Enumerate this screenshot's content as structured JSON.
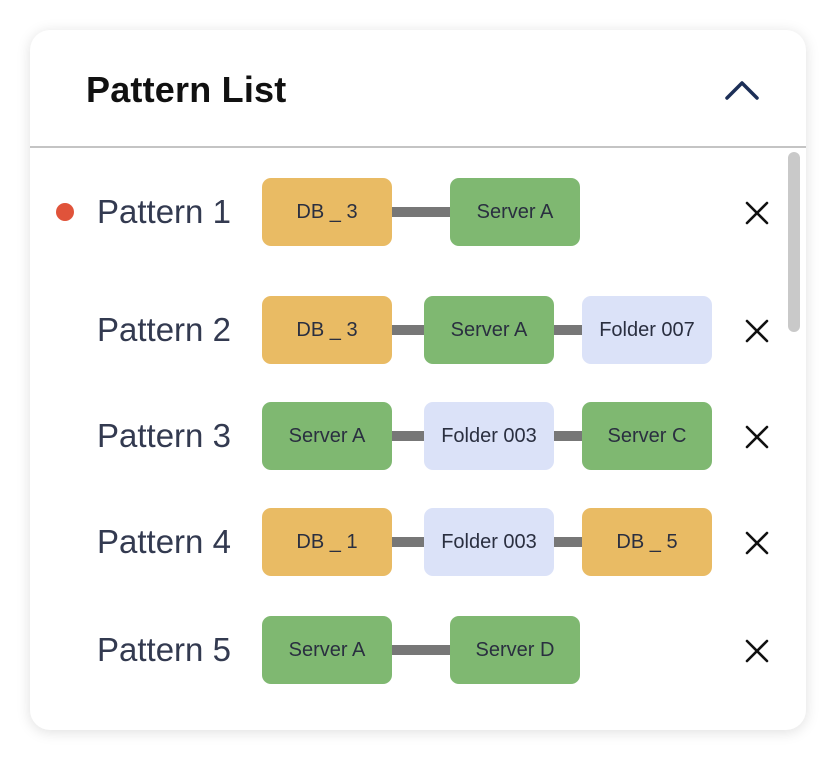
{
  "panel": {
    "title": "Pattern List",
    "collapse_icon": "chevron-up-icon",
    "remove_icon": "close-icon"
  },
  "patterns": [
    {
      "label": "Pattern 1",
      "active": true,
      "nodes": [
        {
          "text": "DB _ 3",
          "kind": "db"
        },
        {
          "text": "Server A",
          "kind": "server"
        }
      ]
    },
    {
      "label": "Pattern 2",
      "active": false,
      "nodes": [
        {
          "text": "DB _ 3",
          "kind": "db"
        },
        {
          "text": "Server A",
          "kind": "server"
        },
        {
          "text": "Folder 007",
          "kind": "folder"
        }
      ]
    },
    {
      "label": "Pattern 3",
      "active": false,
      "nodes": [
        {
          "text": "Server A",
          "kind": "server"
        },
        {
          "text": "Folder 003",
          "kind": "folder"
        },
        {
          "text": "Server C",
          "kind": "server"
        }
      ]
    },
    {
      "label": "Pattern 4",
      "active": false,
      "nodes": [
        {
          "text": "DB _ 1",
          "kind": "db"
        },
        {
          "text": "Folder 003",
          "kind": "folder"
        },
        {
          "text": "DB _ 5",
          "kind": "db"
        }
      ]
    },
    {
      "label": "Pattern 5",
      "active": false,
      "nodes": [
        {
          "text": "Server A",
          "kind": "server"
        },
        {
          "text": "Server D",
          "kind": "server"
        }
      ]
    }
  ],
  "colors": {
    "db": "#e9bb64",
    "server": "#7fb871",
    "folder": "#dbe2f8",
    "connector": "#777777",
    "active_dot": "#e0533a",
    "chevron": "#1c2f57"
  }
}
